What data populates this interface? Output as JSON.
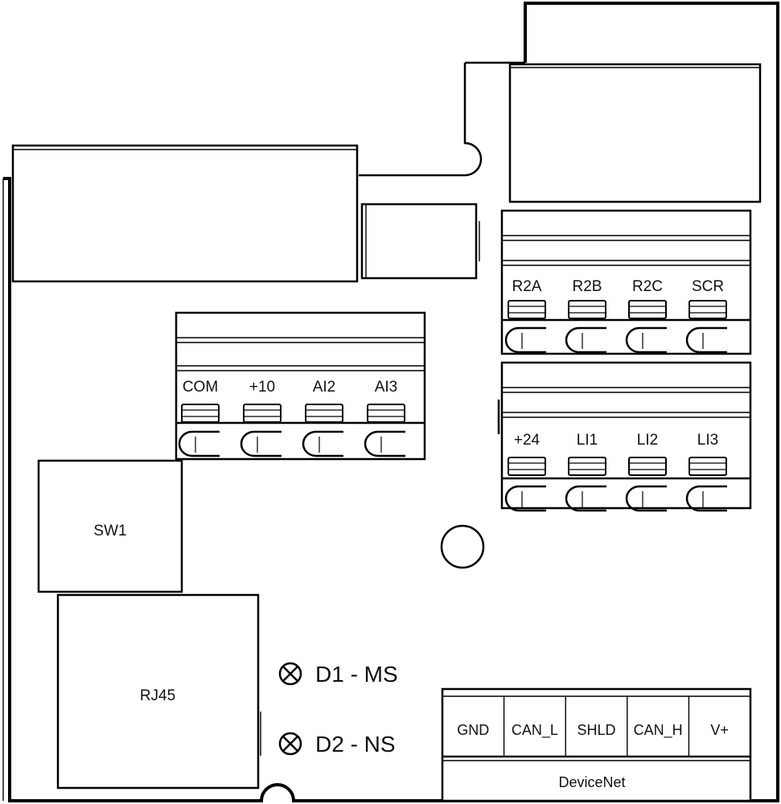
{
  "analog_block": {
    "terminals": [
      "COM",
      "+10",
      "AI2",
      "AI3"
    ]
  },
  "relay_block": {
    "terminals": [
      "R2A",
      "R2B",
      "R2C",
      "SCR"
    ]
  },
  "logic_block": {
    "terminals": [
      "+24",
      "LI1",
      "LI2",
      "LI3"
    ]
  },
  "sw1": {
    "label": "SW1"
  },
  "rj45": {
    "label": "RJ45"
  },
  "leds": [
    {
      "label": "D1 - MS"
    },
    {
      "label": "D2 - NS"
    }
  ],
  "devicenet": {
    "pins": [
      "GND",
      "CAN_L",
      "SHLD",
      "CAN_H",
      "V+"
    ],
    "label": "DeviceNet"
  }
}
